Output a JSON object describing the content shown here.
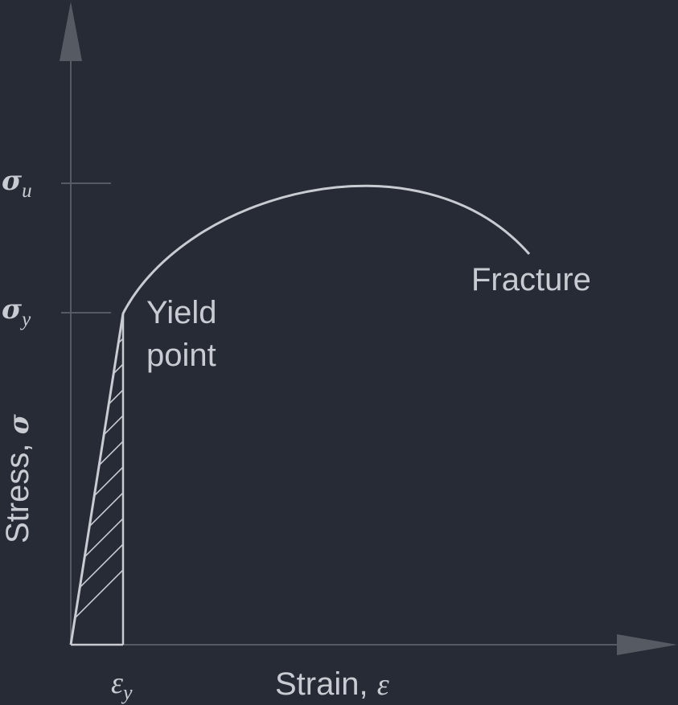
{
  "colors": {
    "background": "#272b35",
    "axis": "#565a63",
    "curve": "#c9cbd3",
    "text": "#c9cbd3"
  },
  "labels": {
    "y_axis": "Stress, ",
    "y_axis_symbol": "σ",
    "x_axis": "Strain, ",
    "x_axis_symbol": "ε",
    "sigma_u_symbol": "σ",
    "sigma_u_sub": "u",
    "sigma_y_symbol": "σ",
    "sigma_y_sub": "y",
    "eps_y_symbol": "ε",
    "eps_y_sub": "y",
    "yield_line1": "Yield",
    "yield_line2": "point",
    "fracture": "Fracture"
  }
}
